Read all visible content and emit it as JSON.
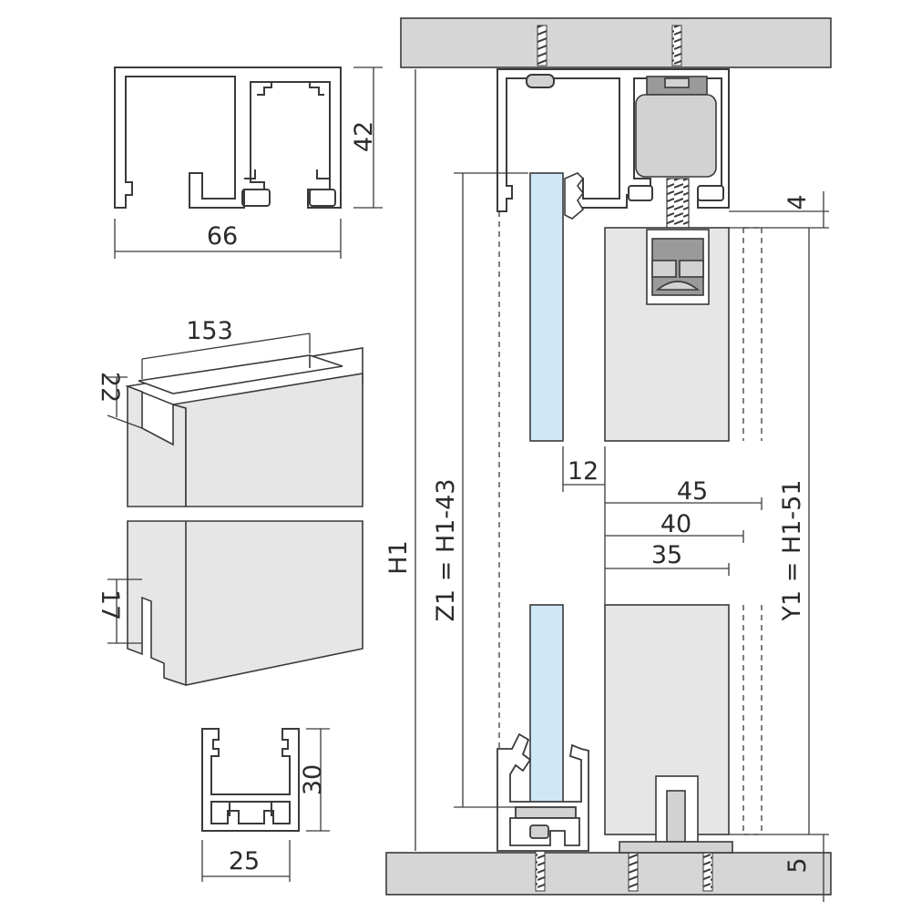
{
  "colors": {
    "background": "#ffffff",
    "line": "#3a3a3a",
    "profile_fill": "#ffffff",
    "panel_fill": "#e6e6e6",
    "ceiling_fill": "#d6d6d6",
    "glass_fill": "#cfe8f5",
    "roller_dark": "#9a9a9a",
    "roller_light": "#d2d2d2"
  },
  "top_profile": {
    "width_label": "66",
    "height_label": "42"
  },
  "panel_3d": {
    "groove_width_label": "153",
    "groove_depth_top_label": "22",
    "groove_depth_bottom_label": "17"
  },
  "bottom_profile": {
    "width_label": "25",
    "height_label": "30"
  },
  "section": {
    "h1_label": "H1",
    "z1_label": "Z1 = H1-43",
    "y1_label": "Y1 = H1-51",
    "gap_top_label": "4",
    "gap_bottom_label": "5",
    "glass_offset_label": "12",
    "panel_dims": [
      "45",
      "40",
      "35"
    ]
  },
  "icons": [
    "screw-icon",
    "roller-icon",
    "glass-panel-icon",
    "wood-panel-icon",
    "ceiling-icon",
    "floor-icon"
  ]
}
